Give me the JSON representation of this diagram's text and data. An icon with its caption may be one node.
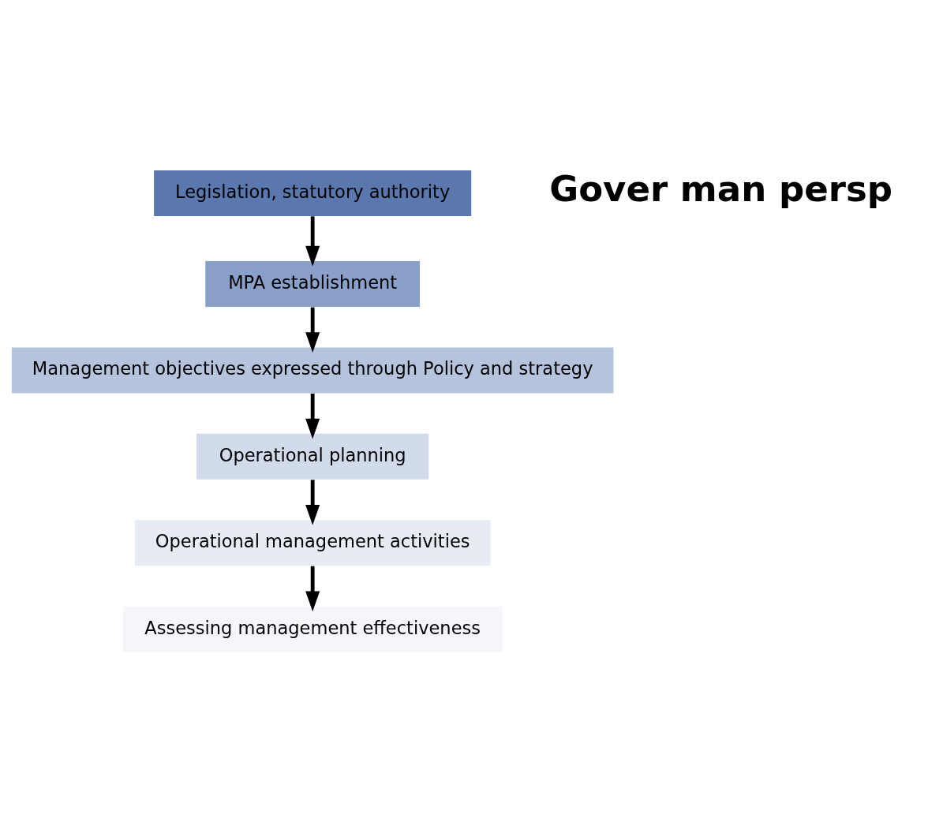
{
  "diagram": {
    "nodes": [
      {
        "text": [
          "Legislation, statutory authority"
        ]
      },
      {
        "text": [
          "MPA establishment"
        ]
      },
      {
        "text": [
          "Management objectives expressed through Policy and strategy"
        ]
      },
      {
        "text": [
          "Operational planning"
        ]
      },
      {
        "text": [
          "Operational management activities"
        ]
      },
      {
        "text": [
          "Assessing management effectiveness"
        ]
      }
    ],
    "edges": [
      {
        "from": 0,
        "to": 1,
        "arrow": "to"
      },
      {
        "from": 1,
        "to": 2,
        "arrow": "to"
      },
      {
        "from": 2,
        "to": 3,
        "arrow": "to"
      },
      {
        "from": 3,
        "to": 4,
        "arrow": "to"
      },
      {
        "from": 4,
        "to": 5,
        "arrow": "to"
      }
    ],
    "labels": [
      "Gover man persp"
    ]
  }
}
